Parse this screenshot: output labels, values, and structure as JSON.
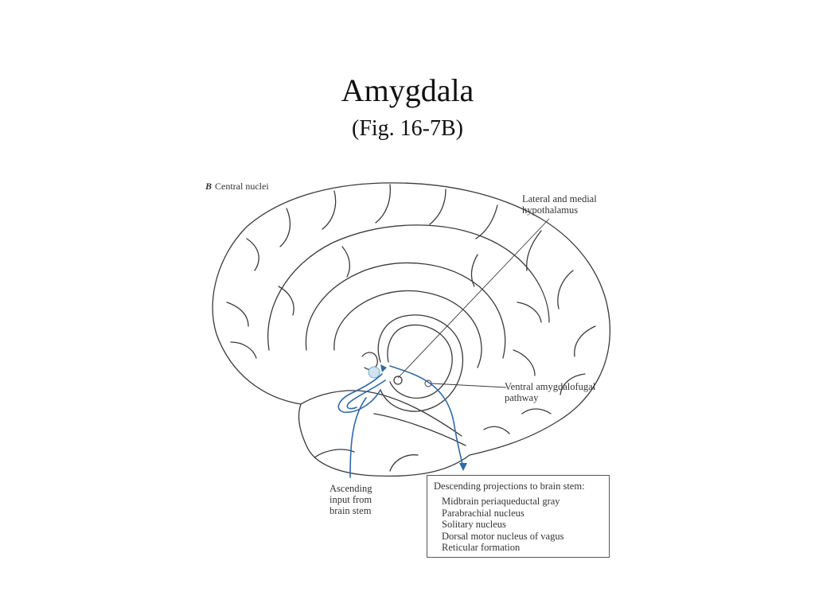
{
  "title": "Amygdala",
  "subtitle": "(Fig. 16-7B)",
  "figure": {
    "panel_letter": "B",
    "panel_name": "Central nuclei",
    "labels": {
      "hypothalamus": "Lateral and medial hypothalamus",
      "ventral_pathway": "Ventral amygdalofugal pathway",
      "ascending_input": "Ascending input from brain stem"
    },
    "descending_box": {
      "title": "Descending projections to brain stem:",
      "items": [
        "Midbrain periaqueductal gray",
        "Parabrachial nucleus",
        "Solitary nucleus",
        "Dorsal motor nucleus of vagus",
        "Reticular formation"
      ]
    },
    "colors": {
      "outline": "#3a3a3a",
      "pathway_blue": "#2f6aa8",
      "nucleus_fill": "#cfe3f2"
    }
  }
}
